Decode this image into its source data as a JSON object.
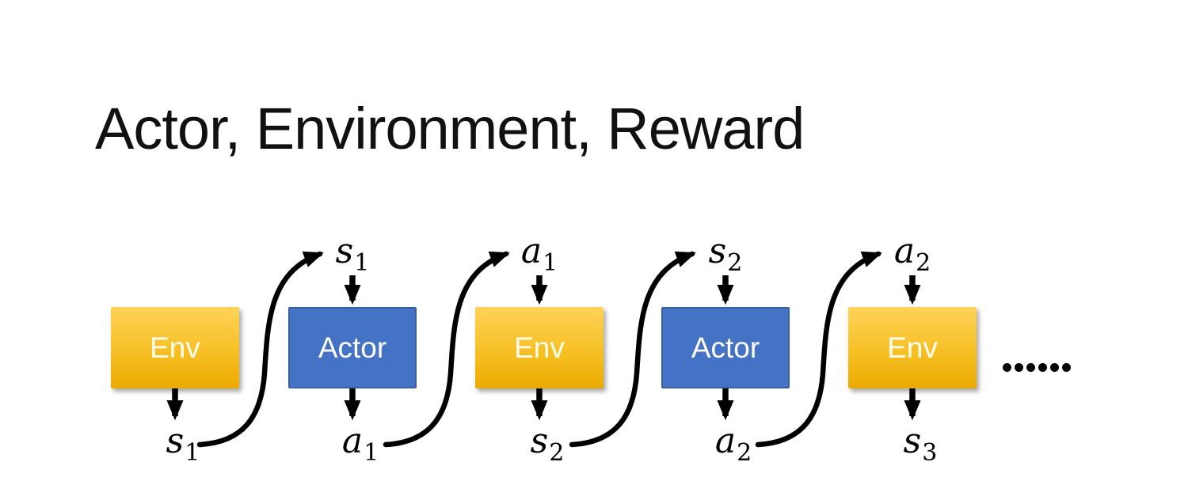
{
  "slide": {
    "title": "Actor, Environment, Reward",
    "ellipsis": "......"
  },
  "colors": {
    "env-top": "#FFD35A",
    "env-bottom": "#EBAA00",
    "actor-fill": "#4472C4",
    "actor-border": "#395F9E",
    "box-text": "#FFFFFF",
    "arrow": "#000000",
    "title-text": "#111111",
    "background": "#FFFFFF"
  },
  "boxes": [
    {
      "label": "Env",
      "type": "env",
      "top_label": null,
      "bottom_label": {
        "base": "s",
        "sub": "1"
      }
    },
    {
      "label": "Actor",
      "type": "actor",
      "top_label": {
        "base": "s",
        "sub": "1"
      },
      "bottom_label": {
        "base": "a",
        "sub": "1"
      }
    },
    {
      "label": "Env",
      "type": "env",
      "top_label": {
        "base": "a",
        "sub": "1"
      },
      "bottom_label": {
        "base": "s",
        "sub": "2"
      }
    },
    {
      "label": "Actor",
      "type": "actor",
      "top_label": {
        "base": "s",
        "sub": "2"
      },
      "bottom_label": {
        "base": "a",
        "sub": "2"
      }
    },
    {
      "label": "Env",
      "type": "env",
      "top_label": {
        "base": "a",
        "sub": "2"
      },
      "bottom_label": {
        "base": "s",
        "sub": "3"
      }
    }
  ]
}
